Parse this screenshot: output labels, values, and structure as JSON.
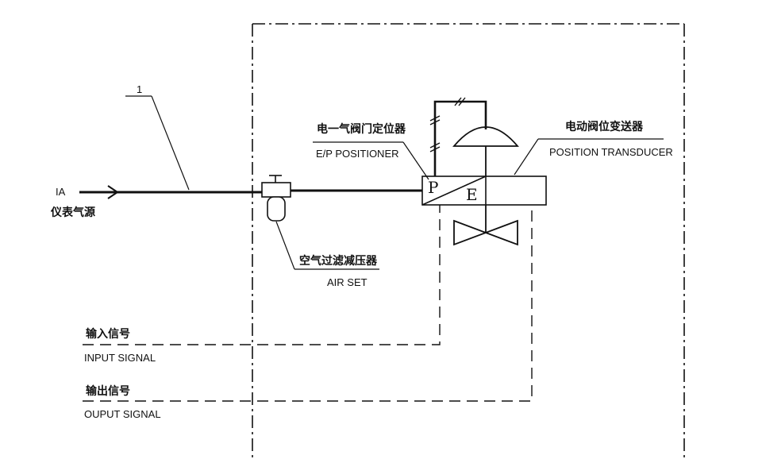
{
  "labels": {
    "callout_number": "1",
    "ia": "IA",
    "ia_cn": "仪表气源",
    "positioner_cn": "电一气阀门定位器",
    "positioner_en": "E/P POSITIONER",
    "transducer_cn": "电动阀位变送器",
    "transducer_en": "POSITION TRANSDUCER",
    "airset_cn": "空气过滤减压器",
    "airset_en": "AIR SET",
    "input_cn": "输入信号",
    "input_en": "INPUT SIGNAL",
    "output_cn": "输出信号",
    "output_en": "OUPUT SIGNAL",
    "block_p": "P",
    "block_e": "E"
  }
}
